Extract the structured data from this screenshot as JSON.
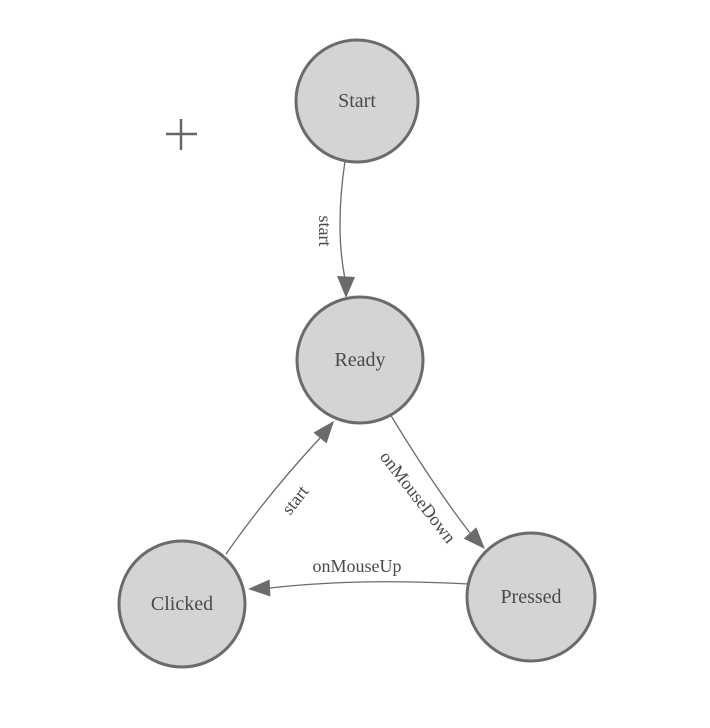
{
  "page": {
    "background": "#ffffff",
    "kind": "state-machine-diagram-canvas"
  },
  "colors": {
    "node_fill": "#d4d4d4",
    "node_stroke": "#6b6b6b",
    "edge_stroke": "#6b6b6b",
    "arrowhead_fill": "#6b6b6b",
    "text": "#4a4a4a",
    "plus_marker": "#666666"
  },
  "plus_marker": {
    "name": "crosshair-plus",
    "glyph": "+"
  },
  "diagram": {
    "nodes": [
      {
        "id": "start",
        "label": "Start"
      },
      {
        "id": "ready",
        "label": "Ready"
      },
      {
        "id": "clicked",
        "label": "Clicked"
      },
      {
        "id": "pressed",
        "label": "Pressed"
      }
    ],
    "edges": [
      {
        "from": "Start",
        "to": "Ready",
        "label": "start"
      },
      {
        "from": "Clicked",
        "to": "Ready",
        "label": "start"
      },
      {
        "from": "Ready",
        "to": "Pressed",
        "label": "onMouseDown"
      },
      {
        "from": "Pressed",
        "to": "Clicked",
        "label": "onMouseUp"
      }
    ]
  }
}
